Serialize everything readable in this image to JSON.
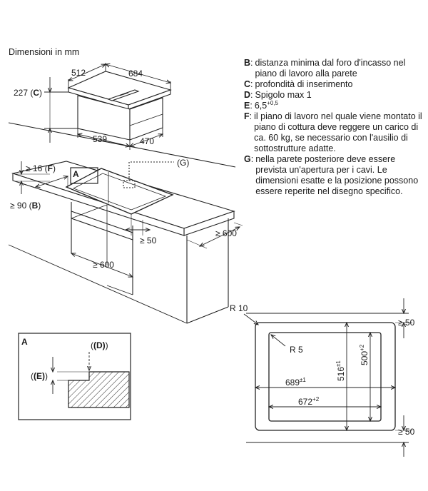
{
  "title": "Dimensioni in mm",
  "legend": [
    {
      "key": "B",
      "text": "distanza minima dal foro d'incasso nel piano di lavoro alla parete"
    },
    {
      "key": "C",
      "text": "profondità di inserimento"
    },
    {
      "key": "D",
      "text": "Spigolo max 1"
    },
    {
      "key": "E",
      "text": "6,5",
      "sup": "+0,5"
    },
    {
      "key": "F",
      "text": "il piano di lavoro nel quale viene montato il piano di cottura deve reggere un carico di ca. 60 kg, se necessario con l'ausilio di sottostrutture adatte."
    },
    {
      "key": "G",
      "text": "nella parete posteriore deve essere prevista un'apertura per i cavi. Le dimensioni esatte e la posizione possono essere reperite nel disegno specifico."
    }
  ],
  "hob": {
    "width": "512",
    "depth": "684",
    "height": "227",
    "height_key": "C",
    "body_depth": "539",
    "body_width": "470"
  },
  "cabinet": {
    "g_label": "(G)",
    "thickness": "≥ 16",
    "thickness_key": "F",
    "wall_dist": "≥ 90",
    "wall_key": "B",
    "front_dist": "≥ 50",
    "depth": "≥ 600",
    "inner_width": "≥ 600",
    "detail_marker": "A"
  },
  "detail": {
    "label": "A",
    "d_label": "(D)",
    "e_label": "(E)"
  },
  "cutout": {
    "r_outer": "R 10",
    "r_inner": "R 5",
    "top_margin": "≥ 50",
    "bottom_margin": "≥ 50",
    "outer_w": "689",
    "outer_w_tol": "±1",
    "inner_w": "672",
    "inner_w_tol": "+2",
    "outer_h": "516",
    "outer_h_tol": "±1",
    "inner_h": "500",
    "inner_h_tol": "+2"
  }
}
